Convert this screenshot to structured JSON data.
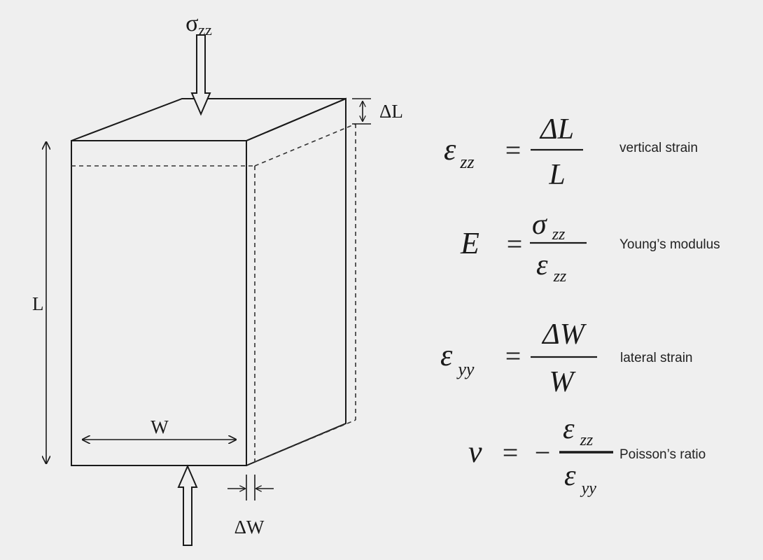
{
  "diagram": {
    "stress_symbol": "σ",
    "stress_subscript": "zz",
    "length_label": "L",
    "delta_length_label": "ΔL",
    "width_label": "W",
    "delta_width_label": "ΔW"
  },
  "equations": [
    {
      "id": "vertical-strain",
      "lhs_symbol": "ε",
      "lhs_subscript": "zz",
      "equals": "=",
      "numerator": "ΔL",
      "denominator": "L",
      "description": "vertical strain"
    },
    {
      "id": "youngs-modulus",
      "lhs_symbol": "E",
      "equals": "=",
      "numerator_symbol": "σ",
      "numerator_subscript": "zz",
      "denominator_symbol": "ε",
      "denominator_subscript": "zz",
      "description": "Young’s modulus"
    },
    {
      "id": "lateral-strain",
      "lhs_symbol": "ε",
      "lhs_subscript": "yy",
      "equals": "=",
      "numerator": "ΔW",
      "denominator": "W",
      "description": "lateral strain"
    },
    {
      "id": "poissons-ratio",
      "lhs_symbol": "ν",
      "equals": "=",
      "minus": "−",
      "numerator_symbol": "ε",
      "numerator_subscript": "zz",
      "denominator_symbol": "ε",
      "denominator_subscript": "yy",
      "description": "Poisson’s ratio"
    }
  ],
  "colors": {
    "background": "#efefef",
    "line": "#1a1a1a",
    "dashed": "#333333"
  }
}
